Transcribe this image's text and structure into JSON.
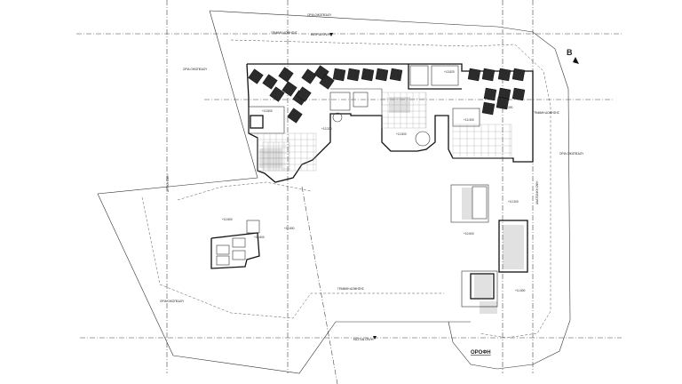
{
  "compass": {
    "north_letter": "B"
  },
  "road": {
    "label": "ΟΡΟΦΗ"
  },
  "boundary_labels": {
    "top": "ΒΟΡΙΑ ΟΨΗ",
    "bottom": "ΝΟΤΙΑ ΟΨΗ",
    "top_far": "ΟΡΙΑ ΟΙΚΟΠΕΔΟΥ",
    "left_top": "ΟΡΙΑ ΟΙΚΟΠΕΔΟΥ",
    "left_bottom": "ΟΡΙΑ ΟΙΚΟΠΕΔΟΥ",
    "right": "ΟΡΙΑ ΟΙΚΟΠΕΔΟΥ",
    "grammi_top": "ΓΡΑΜΜΗ ΔΟΜΗΣΗΣ",
    "grammi_right": "ΓΡΑΜΜΗ ΔΟΜΗΣΗΣ",
    "grammi_bottom": "ΓΡΑΜΜΗ ΔΟΜΗΣΗΣ",
    "vertical_left": "ΔΥΤΙΚΗ ΟΨΗ",
    "vertical_right": "ΑΝΑΤΟΛΙΚΗ ΟΨΗ"
  },
  "levels": {
    "l1": "+13.320",
    "l2": "+12.800",
    "l3": "+13.300",
    "l4": "+13.820",
    "l5": "+11.300",
    "l6": "+10.800",
    "l7": "+11.800",
    "l8": "+10.600",
    "l9": "+10.300",
    "l10": "+11.800",
    "l11": "+10.800",
    "l12": "+13.800"
  }
}
